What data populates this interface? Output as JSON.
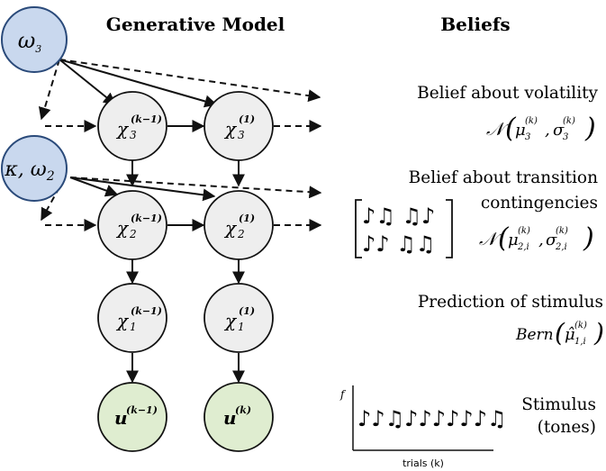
{
  "headers": {
    "generative_model": "Generative Model",
    "beliefs": "Beliefs"
  },
  "parameters": {
    "omega3": "ω",
    "omega3_sub": "3",
    "kappa_omega2": "κ, ω",
    "kappa_omega2_sub": "2"
  },
  "nodes": {
    "x3_prev": {
      "base": "χ",
      "sub": "3",
      "sup": "(k−1)"
    },
    "x3_cur": {
      "base": "χ",
      "sub": "3",
      "sup": "(1)"
    },
    "x2_prev": {
      "base": "χ",
      "sub": "2",
      "sup": "(k−1)"
    },
    "x2_cur": {
      "base": "χ",
      "sub": "2",
      "sup": "(1)"
    },
    "x1_prev": {
      "base": "χ",
      "sub": "1",
      "sup": "(k−1)"
    },
    "x1_cur": {
      "base": "χ",
      "sub": "1",
      "sup": "(1)"
    },
    "u_prev": {
      "base": "u",
      "sup": "(k−1)"
    },
    "u_cur": {
      "base": "u",
      "sup": "(k)"
    }
  },
  "beliefs": {
    "volatility": {
      "title": "Belief about volatility",
      "dist": "𝒩",
      "mu": "μ",
      "mu_sub": "3",
      "mu_sup": "(k)",
      "sigma": "σ",
      "sigma_sub": "3",
      "sigma_sup": "(k)"
    },
    "transition": {
      "title_line1": "Belief about transition",
      "title_line2": "contingencies",
      "dist": "𝒩",
      "mu": "μ",
      "mu_sub": "2,i",
      "mu_sup": "(k)",
      "sigma": "σ",
      "sigma_sub": "2,i",
      "sigma_sup": "(k)",
      "matrix_row1": "♪♫  ♫♪",
      "matrix_row2": "♪♪  ♫♫"
    },
    "prediction": {
      "title": "Prediction of stimulus",
      "dist": "Bern",
      "mu": "μ̂",
      "mu_sub": "1,i",
      "mu_sup": "(k)"
    },
    "stimulus": {
      "title_line1": "Stimulus",
      "title_line2": "(tones)",
      "y_label": "f",
      "x_label": "trials (k)",
      "notes": "♪♪♫♪♪♪♪♪♪♫"
    }
  },
  "colors": {
    "param_fill": "#c9d8ee",
    "param_stroke": "#2a4a7a",
    "state_fill": "#eeeeee",
    "obs_fill": "#dfedd0",
    "stroke": "#111111"
  }
}
